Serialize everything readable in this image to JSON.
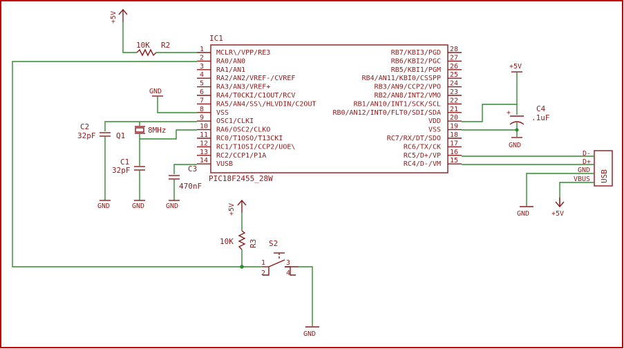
{
  "colors": {
    "border": "#c40000",
    "wire": "#2e8b2e",
    "part": "#8b1a1a"
  },
  "ic": {
    "ref": "IC1",
    "value": "PIC18F2455_28W",
    "left_pins": [
      {
        "num": "1",
        "name": "MCLR\\/VPP/RE3"
      },
      {
        "num": "2",
        "name": "RA0/AN0"
      },
      {
        "num": "3",
        "name": "RA1/AN1"
      },
      {
        "num": "4",
        "name": "RA2/AN2/VREF-/CVREF"
      },
      {
        "num": "5",
        "name": "RA3/AN3/VREF+"
      },
      {
        "num": "6",
        "name": "RA4/T0CKI/C1OUT/RCV"
      },
      {
        "num": "7",
        "name": "RA5/AN4/SS\\/HLVDIN/C2OUT"
      },
      {
        "num": "8",
        "name": "VSS"
      },
      {
        "num": "9",
        "name": "OSC1/CLKI"
      },
      {
        "num": "10",
        "name": "RA6/OSC2/CLKO"
      },
      {
        "num": "11",
        "name": "RC0/T1OSO/T13CKI"
      },
      {
        "num": "12",
        "name": "RC1/T1OSI/CCP2/UOE\\"
      },
      {
        "num": "13",
        "name": "RC2/CCP1/P1A"
      },
      {
        "num": "14",
        "name": "VUSB"
      }
    ],
    "right_pins": [
      {
        "num": "28",
        "name": "RB7/KBI3/PGD"
      },
      {
        "num": "27",
        "name": "RB6/KBI2/PGC"
      },
      {
        "num": "26",
        "name": "RB5/KBI1/PGM"
      },
      {
        "num": "25",
        "name": "RB4/AN11/KBI0/CSSPP"
      },
      {
        "num": "24",
        "name": "RB3/AN9/CCP2/VPO"
      },
      {
        "num": "23",
        "name": "RB2/AN8/INT2/VMO"
      },
      {
        "num": "22",
        "name": "RB1/AN10/INT1/SCK/SCL"
      },
      {
        "num": "21",
        "name": "RB0/AN12/INT0/FLT0/SDI/SDA"
      },
      {
        "num": "20",
        "name": "VDD"
      },
      {
        "num": "19",
        "name": "VSS"
      },
      {
        "num": "18",
        "name": "RC7/RX/DT/SDO"
      },
      {
        "num": "17",
        "name": "RC6/TX/CK"
      },
      {
        "num": "16",
        "name": "RC5/D+/VP"
      },
      {
        "num": "15",
        "name": "RC4/D-/VM"
      }
    ]
  },
  "labels": {
    "vcc_top": "+5V",
    "r2_value": "10K",
    "r2_ref": "R2",
    "gnd_pin8": "GND",
    "c2_ref": "C2",
    "c2_value": "32pF",
    "q1_ref": "Q1",
    "q1_value": "8MHz",
    "c1_ref": "C1",
    "c1_value": "32pF",
    "c3_ref": "C3",
    "c3_value": "470nF",
    "gnd_c2": "GND",
    "gnd_c1": "GND",
    "gnd_c3": "GND",
    "vcc_c4": "+5V",
    "c4_ref": "C4",
    "c4_value": ".1uF",
    "gnd_c4": "GND",
    "usb_label": "USB",
    "usb_dminus": "D-",
    "usb_dplus": "D+",
    "usb_gnd": "GND",
    "usb_vbus": "VBUS",
    "gnd_usb": "GND",
    "vcc_usb": "+5V",
    "vcc_r3": "+5V",
    "r3_value": "10K",
    "r3_ref": "R3",
    "s2_ref": "S2",
    "s2_pin1": "1",
    "s2_pin2": "2",
    "s2_pin3": "3",
    "s2_pin4": "4",
    "gnd_s2": "GND"
  }
}
